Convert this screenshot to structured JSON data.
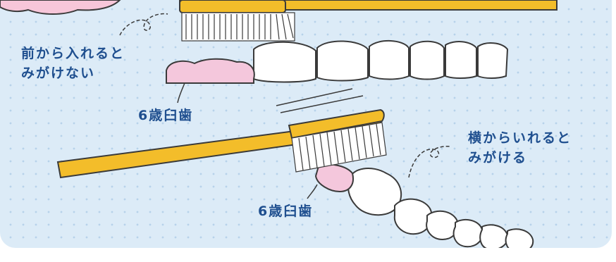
{
  "annotations": {
    "front_wrong": {
      "line1": "前から入れると",
      "line2": "みがけない"
    },
    "side_right": {
      "line1": "横からいれると",
      "line2": "みがける"
    }
  },
  "tooth_labels": {
    "upper": "6歳臼歯",
    "lower": "6歳臼歯"
  },
  "colors": {
    "handle": "#f3bd2a",
    "outline": "#3a3a3a",
    "tooth": "#ffffff",
    "gum_pink": "#f4c7dc",
    "text": "#1f4f8f",
    "bubble_pink": "#f7c6d9"
  }
}
